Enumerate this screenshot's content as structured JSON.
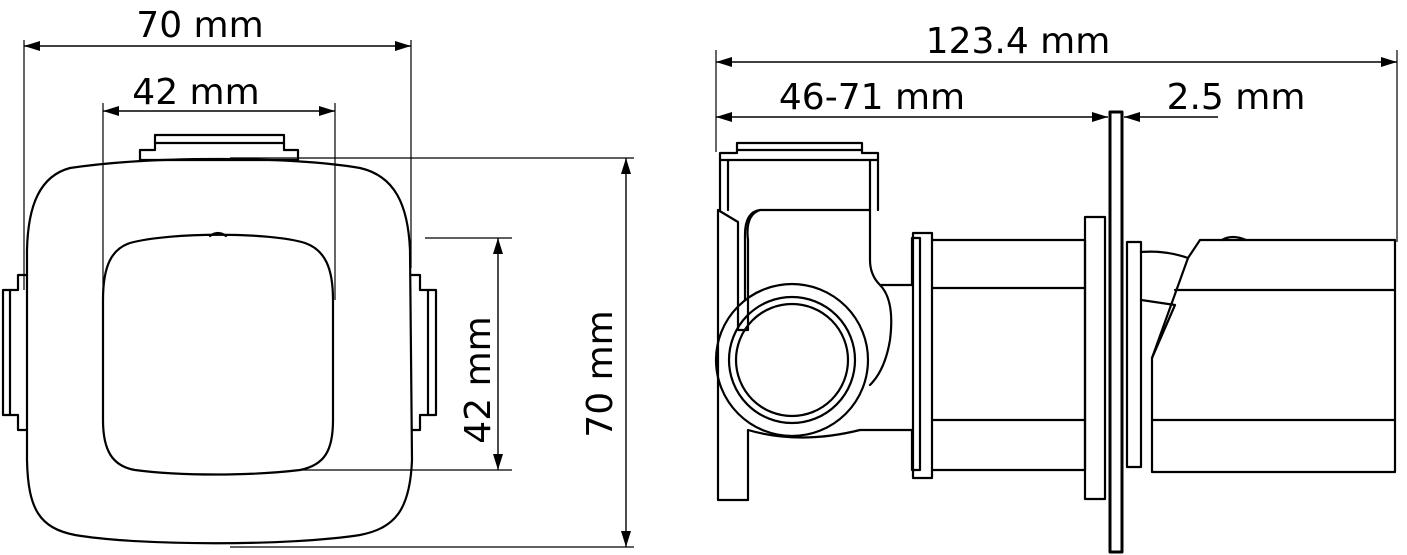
{
  "dimensions": {
    "front_width": "70 mm",
    "front_inner_width": "42 mm",
    "front_inner_height": "42 mm",
    "front_height": "70 mm",
    "side_total_length": "123.4 mm",
    "side_wall_depth": "46-71 mm",
    "side_plate_thickness": "2.5 mm"
  }
}
